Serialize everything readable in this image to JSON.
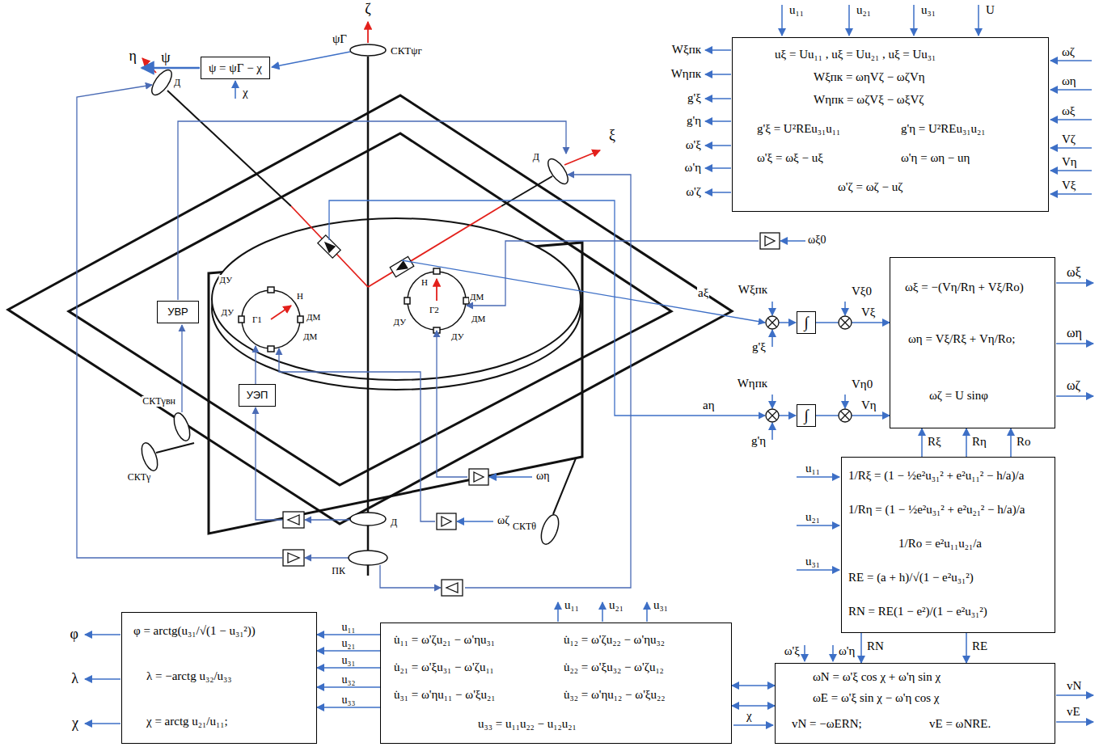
{
  "diagram": {
    "nodes": [
      {
        "text": [
          "ψ = ψГ − χ"
        ]
      },
      {
        "text": [
          "uξ = Uu₁₁ , uξ = Uu₂₁ , uξ = Uu₃₁",
          "Wξпк = ωηVζ − ωζVη",
          "Wηпк = ωζVξ − ωξVζ",
          "g'ξ = U²REu₃₁u₁₁",
          "g'η = U²REu₃₁u₂₁",
          "ω'ξ = ωξ − uξ",
          "ω'η = ωη − uη",
          "ω'ζ = ωζ − uζ"
        ]
      },
      {
        "text": [
          "ωξ = −(Vη/Rη + Vξ/Ro)",
          "ωη = Vξ/Rξ + Vη/Ro;",
          "ωζ = U sinφ"
        ]
      },
      {
        "text": [
          "1/Rξ = (1 − ½e²u₃₁² + e²u₁₁² − h/a)/a",
          "1/Rη = (1 − ½e²u₃₁² + e²u₂₁² − h/a)/a",
          "1/Ro = e²u₁₁u₂₁/a",
          "RE = (a + h)/√(1 − e²u₃₁²)",
          "RN = RE(1 − e²)/(1 − e²u₃₁²)"
        ]
      },
      {
        "text": [
          "ωN = ω'ξ cos χ + ω'η sin χ",
          "ωE = ω'ξ sin χ − ω'η cos χ",
          "vN = −ωERN;",
          "vE = ωNRE."
        ]
      },
      {
        "text": [
          "u̇₁₁ = ω'ζu₂₁ − ω'ηu₃₁",
          "u̇₁₂ = ω'ζu₂₂ − ω'ηu₃₂",
          "u̇₂₁ = ω'ξu₃₁ − ω'ζu₁₁",
          "u̇₂₂ = ω'ξu₃₂ − ω'ζu₁₂",
          "u̇₃₁ = ω'ηu₁₁ − ω'ξu₂₁",
          "u̇₃₂ = ω'ηu₁₂ − ω'ξu₂₂",
          "u₃₃ = u₁₁u₂₂ − u₁₂u₂₁"
        ]
      },
      {
        "text": [
          "φ = arctg(u₃₁/√(1 − u₃₁²))",
          "λ = −arctg u₃₂/u₃₃",
          "χ = arctg u₂₁/u₁₁;"
        ]
      },
      {
        "text": [
          "∫"
        ]
      },
      {
        "text": [
          "∫"
        ]
      },
      {
        "text": [
          "УВР"
        ]
      },
      {
        "text": [
          "УЭП"
        ]
      }
    ],
    "edges": [
      {
        "from": 3,
        "to": 2,
        "arrow": "to",
        "label": "Rξ"
      },
      {
        "from": 3,
        "to": 2,
        "arrow": "to",
        "label": "Rη"
      },
      {
        "from": 3,
        "to": 2,
        "arrow": "to",
        "label": "Ro"
      },
      {
        "from": 3,
        "to": 4,
        "arrow": "to",
        "label": "RN"
      },
      {
        "from": 3,
        "to": 4,
        "arrow": "to",
        "label": "RE"
      },
      {
        "from": 5,
        "to": 6,
        "arrow": "to",
        "label": "u₁₁"
      },
      {
        "from": 5,
        "to": 6,
        "arrow": "to",
        "label": "u₂₁"
      },
      {
        "from": 5,
        "to": 6,
        "arrow": "to",
        "label": "u₃₁"
      },
      {
        "from": 5,
        "to": 6,
        "arrow": "to",
        "label": "u₃₂"
      },
      {
        "from": 5,
        "to": 6,
        "arrow": "to",
        "label": "u₃₃"
      },
      {
        "from": 5,
        "to": 4,
        "arrow": "both"
      },
      {
        "from": 5,
        "to": 4,
        "arrow": "both"
      },
      {
        "from": 7,
        "to": 2,
        "arrow": "to"
      },
      {
        "from": 8,
        "to": 2,
        "arrow": "to"
      }
    ],
    "labels": [
      "ζ",
      "ψГ",
      "СКТψг",
      "ψ",
      "χ",
      "η",
      "Д",
      "Д",
      "ξ",
      "ДУ",
      "ДУ",
      "ДМ",
      "ДМ",
      "Н",
      "Г1",
      "ДУ",
      "ДУ",
      "ДМ",
      "ДМ",
      "Н",
      "Г2",
      "СКТγвн",
      "СКТγ",
      "СКТθ",
      "Д",
      "ПК",
      "ωξ0",
      "ωη",
      "ωζ",
      "u₁₁",
      "u₂₁",
      "u₃₁",
      "U",
      "Wξпк",
      "Wηпк",
      "g'ξ",
      "g'η",
      "ω'ξ",
      "ω'η",
      "ω'ζ",
      "ωζ",
      "ωη",
      "ωξ",
      "Vζ",
      "Vη",
      "Vξ",
      "Wξпк",
      "aξ",
      "g'ξ",
      "Vξ0",
      "Vξ",
      "Wηпк",
      "aη",
      "g'η",
      "Vη0",
      "Vη",
      "ωξ",
      "ωη",
      "ωζ",
      "u₁₁",
      "u₂₁",
      "u₃₁",
      "u₁₁",
      "u₂₁",
      "u₃₁",
      "φ",
      "λ",
      "χ",
      "ω'ξ",
      "ω'η",
      "χ",
      "vN",
      "vE"
    ]
  }
}
